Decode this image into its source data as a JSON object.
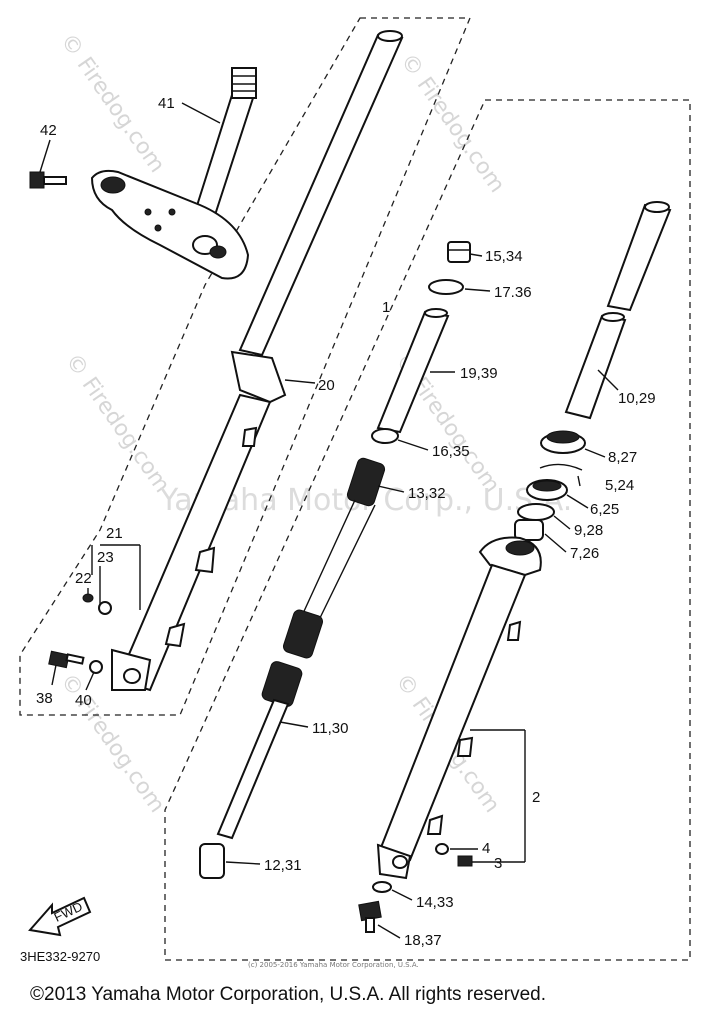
{
  "diagram": {
    "watermarks": [
      "© Firedog.com",
      "© Firedog.com",
      "© Firedog.com",
      "© Firedog.com",
      "© Firedog.com",
      "© Firedog.com"
    ],
    "watermark_center": "Yamaha Motor Corp., U.S.A.",
    "fine_print": "(c) 2005-2016 Yamaha Motor Corporation, U.S.A.",
    "drawing_number": "3HE332-9270",
    "fwd_label": "FWD",
    "copyright": "©2013 Yamaha Motor Corporation, U.S.A. All rights reserved.",
    "callouts": {
      "c41": "41",
      "c42": "42",
      "c20": "20",
      "c21": "21",
      "c23": "23",
      "c22": "22",
      "c38": "38",
      "c40": "40",
      "c1": "1",
      "c15_34": "15,34",
      "c17_36": "17.36",
      "c19_39": "19,39",
      "c16_35": "16,35",
      "c13_32": "13,32",
      "c11_30": "11,30",
      "c12_31": "12,31",
      "c10_29": "10,29",
      "c8_27": "8,27",
      "c5_24": "5,24",
      "c6_25": "6,25",
      "c9_28": "9,28",
      "c7_26": "7,26",
      "c2": "2",
      "c4": "4",
      "c3": "3",
      "c14_33": "14,33",
      "c18_37": "18,37"
    }
  }
}
